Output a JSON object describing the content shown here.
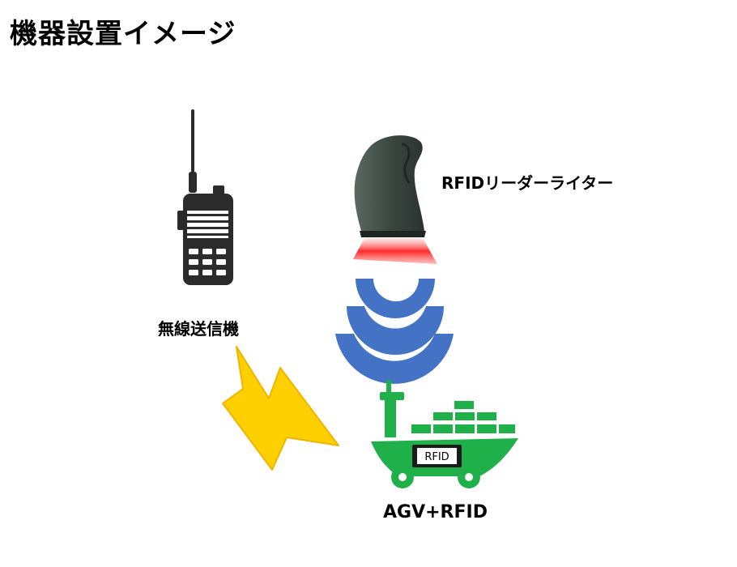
{
  "page": {
    "title": "機器設置イメージ"
  },
  "devices": {
    "radio_label": "無線送信機",
    "reader_label": "RFIDリーダーライター",
    "agv_label": "AGV+RFID",
    "agv_tag_text": "RFID"
  },
  "colors": {
    "radio": "#2b2b2b",
    "reader_body": "#3a4540",
    "laser": "#e8202a",
    "waves": "#4472c4",
    "bolt": "#ffcc00",
    "ship": "#1fb04a"
  },
  "icons": [
    "walkie-talkie-icon",
    "rfid-reader-icon",
    "signal-waves-icon",
    "lightning-bolt-icon",
    "agv-ship-icon"
  ]
}
